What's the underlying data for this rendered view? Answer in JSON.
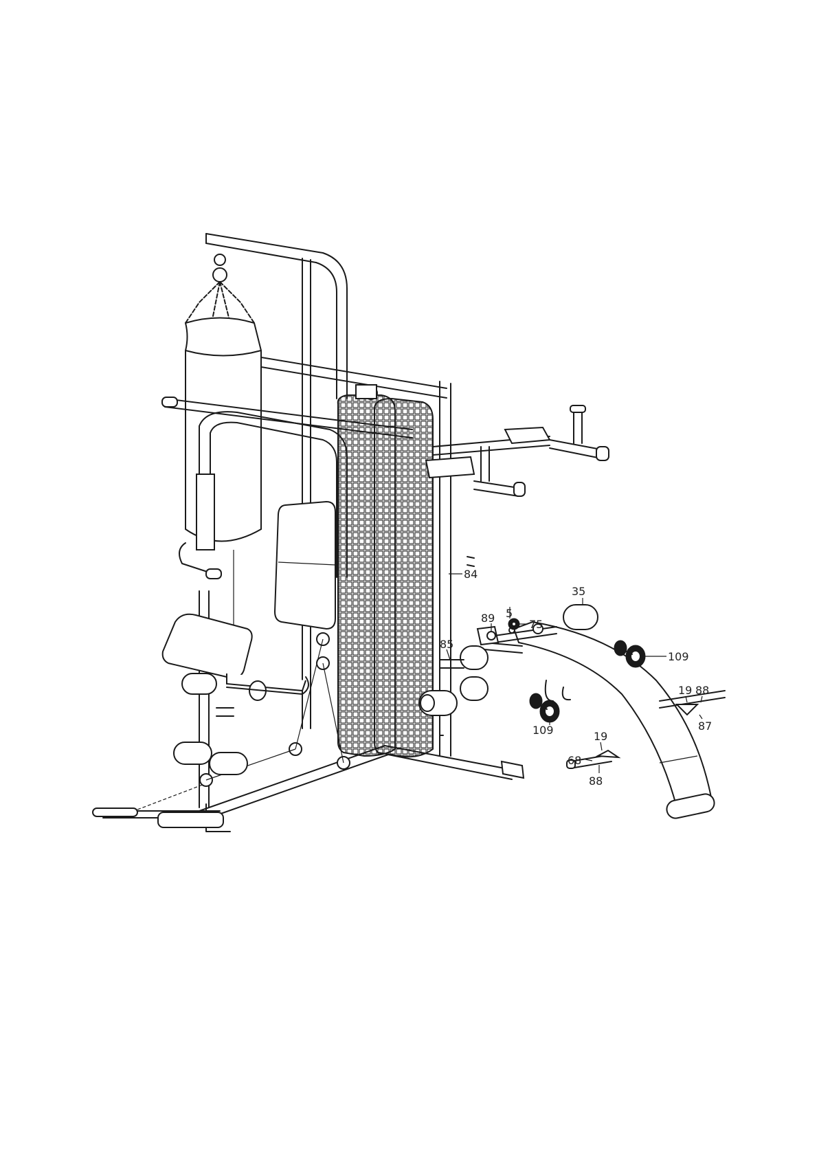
{
  "callouts": [
    {
      "id": "84",
      "text": "84"
    },
    {
      "id": "35",
      "text": "35"
    },
    {
      "id": "5",
      "text": "5"
    },
    {
      "id": "89",
      "text": "89"
    },
    {
      "id": "75",
      "text": "75"
    },
    {
      "id": "85",
      "text": "85"
    },
    {
      "id": "109a",
      "text": "109"
    },
    {
      "id": "109b",
      "text": "109"
    },
    {
      "id": "19a",
      "text": "19"
    },
    {
      "id": "88a",
      "text": "88"
    },
    {
      "id": "87",
      "text": "87"
    },
    {
      "id": "19b",
      "text": "19"
    },
    {
      "id": "68",
      "text": "68"
    },
    {
      "id": "88b",
      "text": "88"
    }
  ]
}
